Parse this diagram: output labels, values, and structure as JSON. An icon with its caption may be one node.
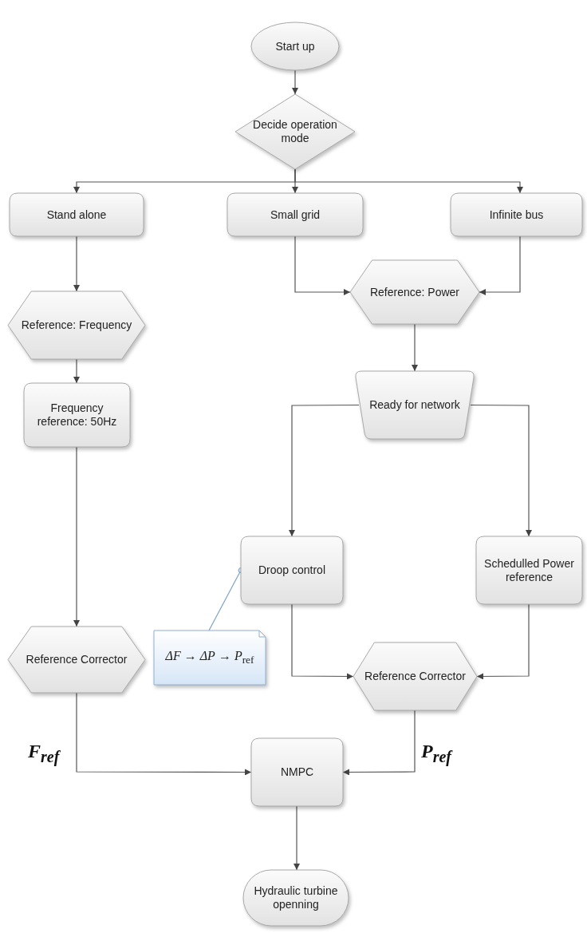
{
  "diagram": {
    "nodes": [
      {
        "text": [
          "Start up"
        ]
      },
      {
        "text": [
          "Decide operation mode"
        ]
      },
      {
        "text": [
          "Stand alone"
        ]
      },
      {
        "text": [
          "Small grid"
        ]
      },
      {
        "text": [
          "Infinite bus"
        ]
      },
      {
        "text": [
          "Reference: Power"
        ]
      },
      {
        "text": [
          "Reference: Frequency"
        ]
      },
      {
        "text": [
          "Ready for network"
        ]
      },
      {
        "text": [
          "Frequency reference: 50Hz"
        ]
      },
      {
        "text": [
          "Droop control"
        ]
      },
      {
        "text": [
          "Schedulled Power reference"
        ]
      },
      {
        "text": [
          "*ΔF* → *ΔP* → *P*$_{ref}$"
        ]
      },
      {
        "text": [
          "Reference Corrector"
        ]
      },
      {
        "text": [
          "Reference Corrector"
        ]
      },
      {
        "text": [
          "NMPC"
        ]
      },
      {
        "text": [
          "Hydraulic turbine openning"
        ]
      }
    ],
    "edges": [
      {
        "from": 0,
        "to": 1,
        "arrow": "to"
      },
      {
        "from": 1,
        "to": 2,
        "arrow": "to"
      },
      {
        "from": 1,
        "to": 3,
        "arrow": "to"
      },
      {
        "from": 1,
        "to": 4,
        "arrow": "to"
      },
      {
        "from": 2,
        "to": 6,
        "arrow": "to"
      },
      {
        "from": 3,
        "to": 5,
        "arrow": "to"
      },
      {
        "from": 4,
        "to": 5,
        "arrow": "to"
      },
      {
        "from": 5,
        "to": 7,
        "arrow": "to"
      },
      {
        "from": 7,
        "to": 9,
        "arrow": "to"
      },
      {
        "from": 7,
        "to": 10,
        "arrow": "to"
      },
      {
        "from": 6,
        "to": 8,
        "arrow": "to"
      },
      {
        "from": 8,
        "to": 12,
        "arrow": "to"
      },
      {
        "from": 9,
        "to": 13,
        "arrow": "to"
      },
      {
        "from": 10,
        "to": 13,
        "arrow": "to"
      },
      {
        "from": 12,
        "to": 14,
        "arrow": "to"
      },
      {
        "from": 13,
        "to": 14,
        "arrow": "to"
      },
      {
        "from": 14,
        "to": 15,
        "arrow": "to"
      },
      {
        "from": 11,
        "to": 9,
        "arrow": "other",
        "color": "#7fa3c8"
      }
    ],
    "labels": [
      "F$_{ref}$",
      "P$_{ref}$"
    ]
  }
}
